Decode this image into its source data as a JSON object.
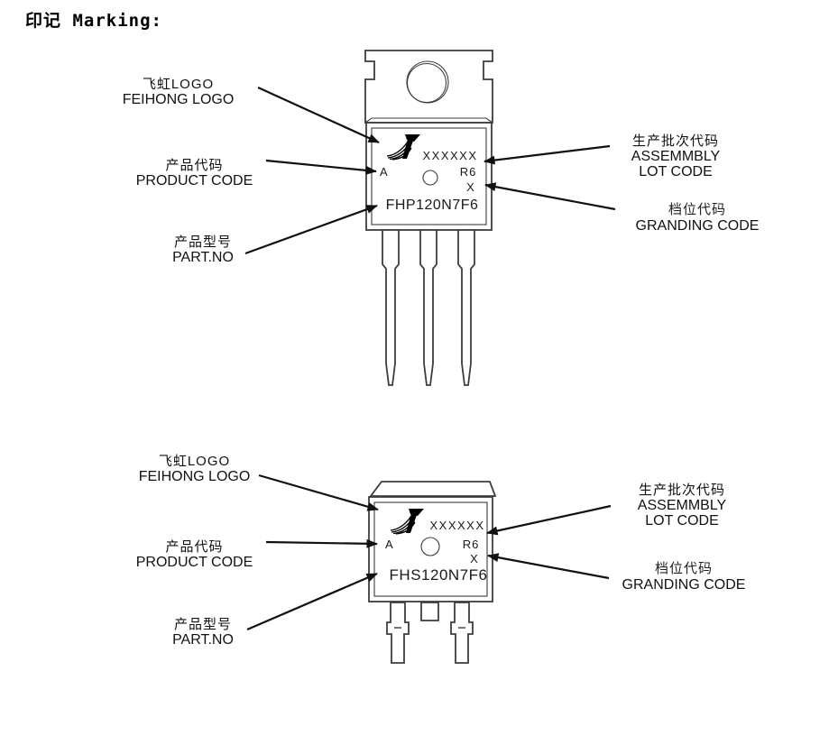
{
  "title": "印记 Marking:",
  "colors": {
    "outline": "#3d3d3d",
    "text": "#111111",
    "arrow": "#111111",
    "background": "#ffffff"
  },
  "figures": {
    "top": {
      "marking": {
        "lot": "XXXXXX",
        "product_code": "A",
        "assembly": "R6",
        "grade": "X",
        "part_no": "FHP120N7F6"
      },
      "labels": {
        "logo_zh": "飞虹LOGO",
        "logo_en": "FEIHONG LOGO",
        "product_zh": "产品代码",
        "product_en": "PRODUCT CODE",
        "part_zh": "产品型号",
        "part_en": "PART.NO",
        "lot_zh": "生产批次代码",
        "lot_en1": "ASSEMMBLY",
        "lot_en2": "LOT CODE",
        "grade_zh": "档位代码",
        "grade_en": "GRANDING CODE"
      }
    },
    "bottom": {
      "marking": {
        "lot": "XXXXXX",
        "product_code": "A",
        "assembly": "R6",
        "grade": "X",
        "part_no": "FHS120N7F6"
      },
      "labels": {
        "logo_zh": "飞虹LOGO",
        "logo_en": "FEIHONG LOGO",
        "product_zh": "产品代码",
        "product_en": "PRODUCT CODE",
        "part_zh": "产品型号",
        "part_en": "PART.NO",
        "lot_zh": "生产批次代码",
        "lot_en1": "ASSEMMBLY",
        "lot_en2": "LOT CODE",
        "grade_zh": "档位代码",
        "grade_en": "GRANDING CODE"
      }
    }
  }
}
